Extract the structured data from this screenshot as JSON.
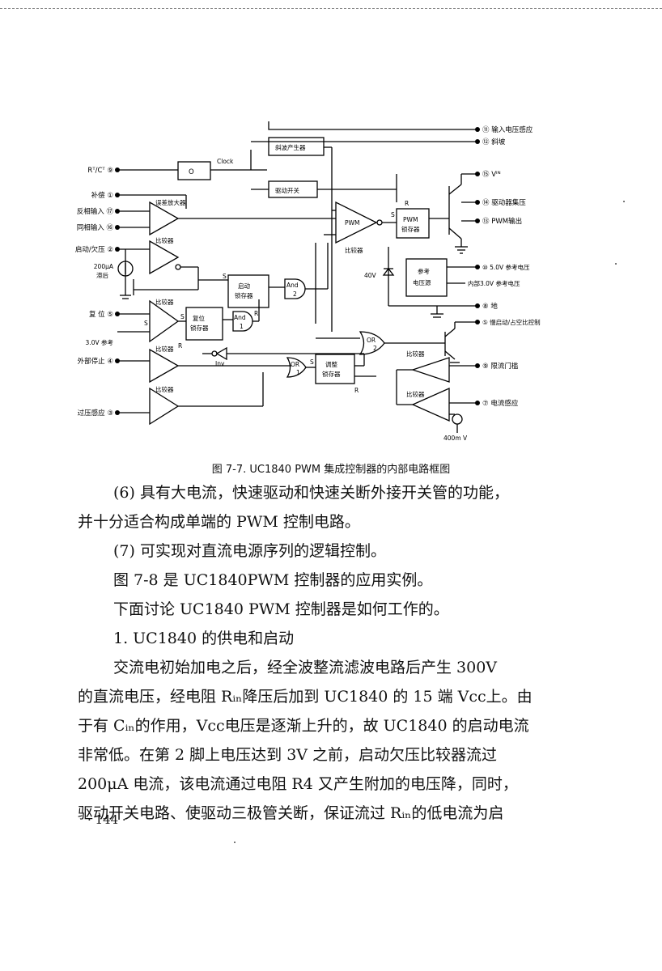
{
  "diagram": {
    "pin_labels": {
      "rt_ct": "Rᵀ/Cᵀ ⑨",
      "compensation": "补偿 ①",
      "inv_input": "反相输入 ⑰",
      "noninv_input": "同相输入 ⑯",
      "start_uv": "启动/欠压 ②",
      "current_200ua": "200μA",
      "delay": "滞后",
      "reset": "复 位 ⑤",
      "ref_3v": "3.0V 参考",
      "ext_stop": "外部停止 ④",
      "overvoltage": "过压感应 ③",
      "input_voltage_sense": "⑪ 输入电压感应",
      "ramp": "⑫ 斜坡",
      "vin": "⑮ Vᴵᴺ",
      "drive_collector": "⑭ 驱动器集压",
      "pwm_output": "⑬ PWM输出",
      "ref_5v": "⑩ 5.0V 参考电压",
      "internal_3v": "内部3.0V 参考电压",
      "ground": "⑧ 地",
      "slow_start": "⑤ 慢启动/占空比控制",
      "current_limit": "⑨ 限流门槛",
      "current_sense": "⑦ 电流感应",
      "v40": "40V",
      "mv400": "400m V"
    },
    "blocks": {
      "osc": "O",
      "clock": "Clock",
      "ramp_gen": "斜波产生器",
      "drive_switch": "驱动开关",
      "error_amp": "误差放大器",
      "pwm_comp": "PWM",
      "comparator_label": "比较器",
      "pwm_latch_1": "PWM",
      "pwm_latch_2": "锁存器",
      "reference_1": "参考",
      "reference_2": "电压源",
      "start_latch_1": "启动",
      "start_latch_2": "锁存器",
      "reset_latch_1": "复位",
      "reset_latch_2": "锁存器",
      "adjust_latch_1": "调整",
      "adjust_latch_2": "锁存器",
      "and1": "And",
      "and2": "And",
      "or1": "OR",
      "or2": "OR",
      "inv": "Inv",
      "s": "S",
      "r": "R",
      "n1": "1",
      "n2": "2"
    }
  },
  "caption": "图 7-7. UC1840 PWM 集成控制器的内部电路框图",
  "paragraphs": [
    {
      "text": "(6) 具有大电流，快速驱动和快速关断外接开关管的功能，",
      "indent": true
    },
    {
      "text": "并十分适合构成单端的 PWM 控制电路。",
      "indent": false
    },
    {
      "text": "(7) 可实现对直流电源序列的逻辑控制。",
      "indent": true
    },
    {
      "text": "图 7-8 是 UC1840PWM 控制器的应用实例。",
      "indent": true
    },
    {
      "text": "下面讨论 UC1840 PWM 控制器是如何工作的。",
      "indent": true
    },
    {
      "text": "1. UC1840 的供电和启动",
      "indent": true
    },
    {
      "text": "交流电初始加电之后，经全波整流滤波电路后产生 300V",
      "indent": true
    },
    {
      "text": "的直流电压，经电阻 Rᵢₙ降压后加到 UC1840 的 15 端 Vcc上。由",
      "indent": false
    },
    {
      "text": "于有 Cᵢₙ的作用，Vcc电压是逐渐上升的，故 UC1840 的启动电流",
      "indent": false
    },
    {
      "text": "非常低。在第 2 脚上电压达到 3V 之前，启动欠压比较器流过",
      "indent": false
    },
    {
      "text": "200μA 电流，该电流通过电阻 R4 又产生附加的电压降，同时，",
      "indent": false
    },
    {
      "text": "驱动开关电路、使驱动三极管关断，保证流过 Rᵢₙ的低电流为启",
      "indent": false
    }
  ],
  "page_number": "· 144 ·"
}
